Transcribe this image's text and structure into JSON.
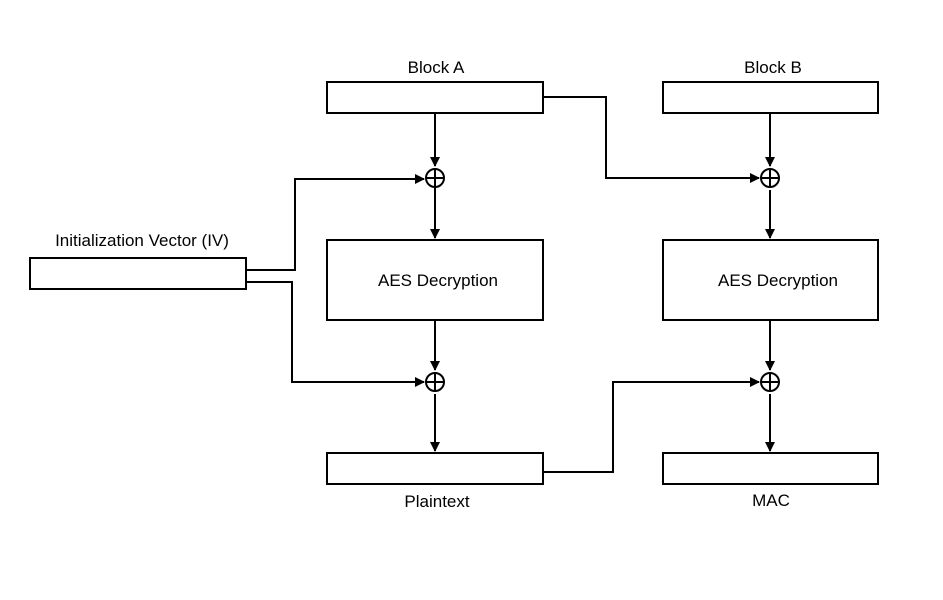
{
  "labels": {
    "block_a": "Block A",
    "block_b": "Block B",
    "iv": "Initialization Vector (IV)",
    "aes_left": "AES Decryption",
    "aes_right": "AES Decryption",
    "plaintext": "Plaintext",
    "mac": "MAC"
  },
  "colors": {
    "stroke": "#000000",
    "background": "#ffffff"
  },
  "icons": {
    "xor": "circled-plus-icon",
    "arrow": "arrowhead-icon"
  }
}
